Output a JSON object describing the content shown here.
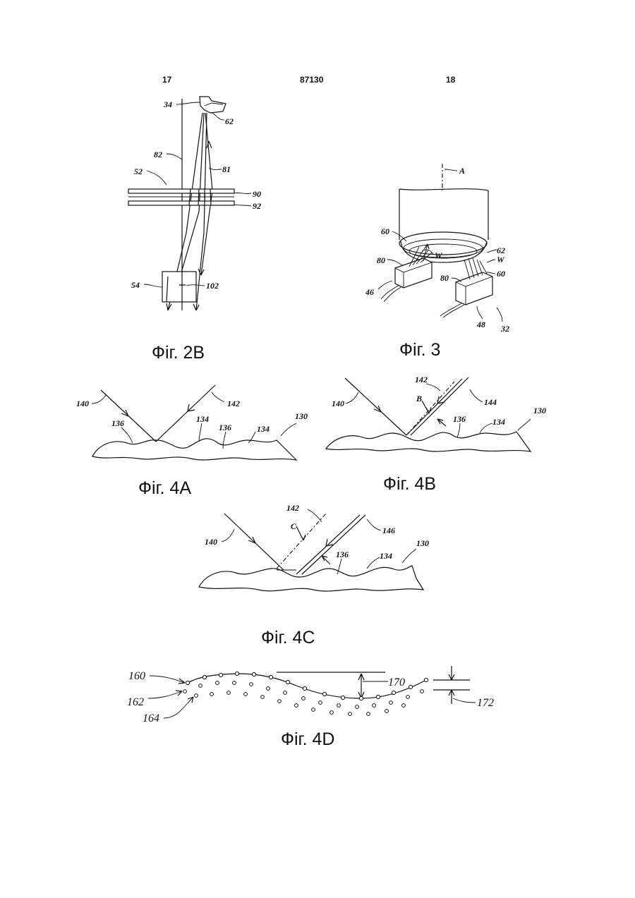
{
  "header": {
    "page_left": "17",
    "patent_number": "87130",
    "page_right": "18"
  },
  "fig2b": {
    "caption": "Фіг. 2В",
    "labels": {
      "l34": "34",
      "l62": "62",
      "l82": "82",
      "l81": "81",
      "l52": "52",
      "l90": "90",
      "l92": "92",
      "l54": "54",
      "l102": "102"
    }
  },
  "fig3": {
    "caption": "Фіг. 3",
    "labels": {
      "lA": "A",
      "l60a": "60",
      "l80a": "80",
      "lWa": "W",
      "l62": "62",
      "lWb": "W",
      "l60b": "60",
      "l80b": "80",
      "l46": "46",
      "l48": "48",
      "l32": "32"
    }
  },
  "fig4a": {
    "caption": "Фіг. 4А",
    "labels": {
      "l140": "140",
      "l142": "142",
      "l136a": "136",
      "l134a": "134",
      "l136b": "136",
      "l134b": "134",
      "l130": "130"
    }
  },
  "fig4b": {
    "caption": "Фіг. 4В",
    "labels": {
      "l142": "142",
      "l140": "140",
      "lB": "B",
      "l144": "144",
      "l136": "136",
      "l134": "134",
      "l130": "130"
    }
  },
  "fig4c": {
    "caption": "Фіг. 4С",
    "labels": {
      "l142": "142",
      "lC": "C",
      "l140": "140",
      "l146": "146",
      "l136": "136",
      "l134": "134",
      "l130": "130"
    }
  },
  "fig4d": {
    "caption": "Фіг. 4D",
    "labels": {
      "l160": "160",
      "l170": "170",
      "l162": "162",
      "l172": "172",
      "l164": "164"
    }
  }
}
